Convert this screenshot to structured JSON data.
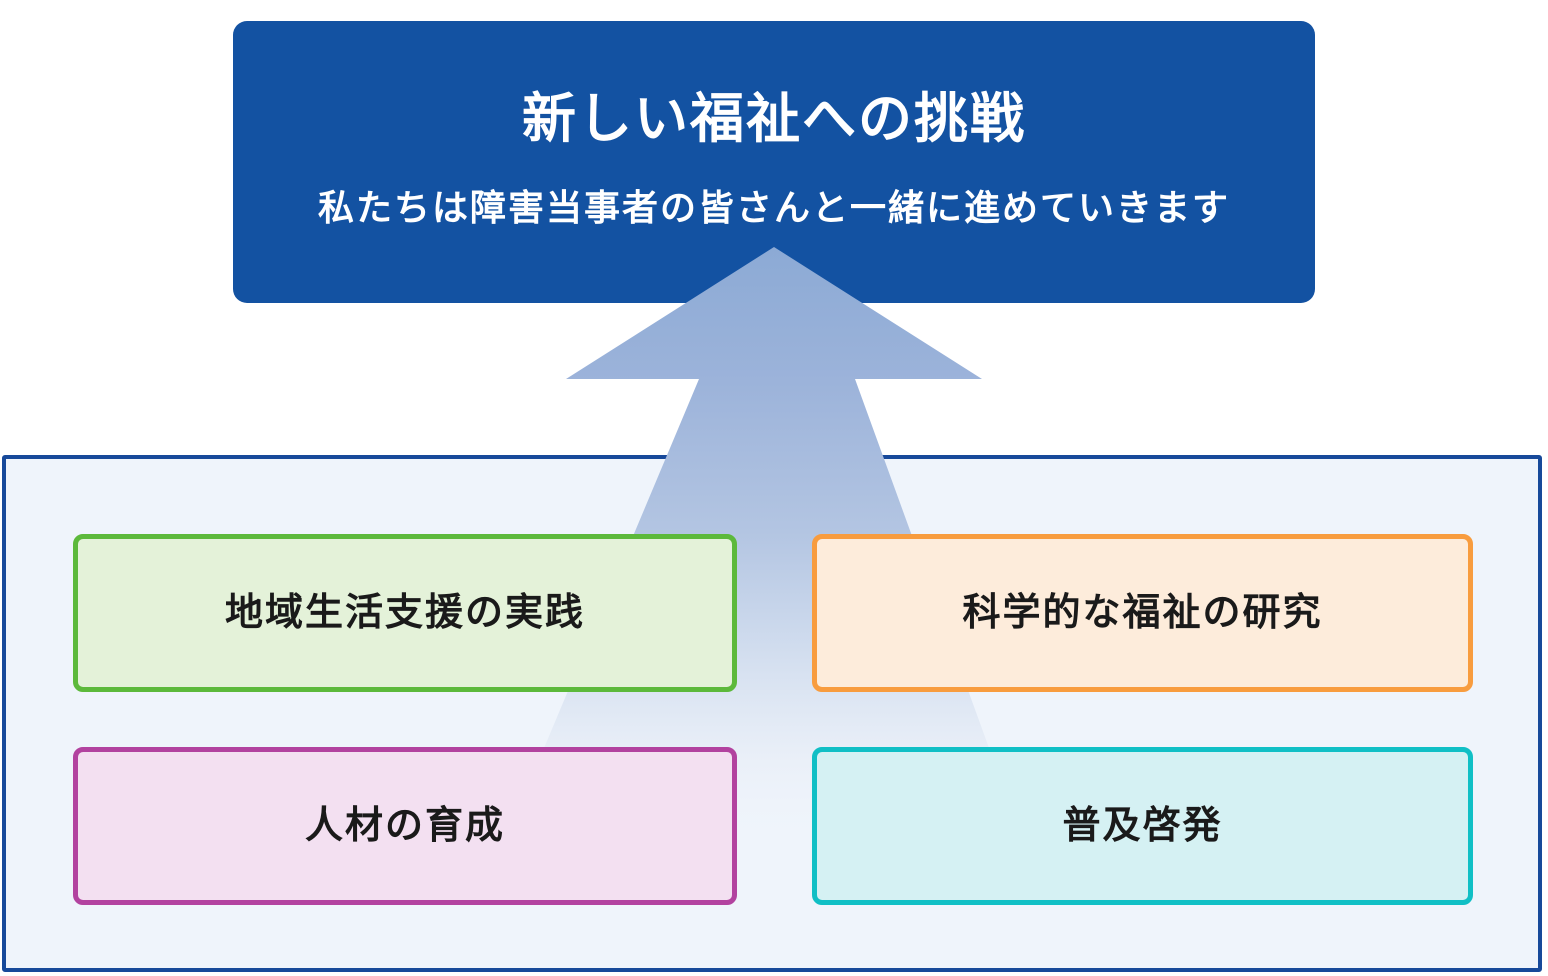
{
  "goal_box": {
    "title": "新しい福祉への挑戦",
    "subtitle": "私たちは障害当事者の皆さんと一緒に進めていきます",
    "bg_color": "#1352a2",
    "text_color": "#ffffff"
  },
  "arrow": {
    "direction": "up",
    "color_top": "#8caad5",
    "color_bottom": "#eff4fb"
  },
  "panel": {
    "bg_color": "#eff4fb",
    "border_color": "#17499a",
    "items": [
      {
        "label": "地域生活支援の実践",
        "border_color": "#5cb93b",
        "fill_color": "#e4f2d9"
      },
      {
        "label": "科学的な福祉の研究",
        "border_color": "#f89c3e",
        "fill_color": "#fdecdb"
      },
      {
        "label": "人材の育成",
        "border_color": "#b2429f",
        "fill_color": "#f3e0f1"
      },
      {
        "label": "普及啓発",
        "border_color": "#10bfc5",
        "fill_color": "#d5f1f3"
      }
    ]
  }
}
